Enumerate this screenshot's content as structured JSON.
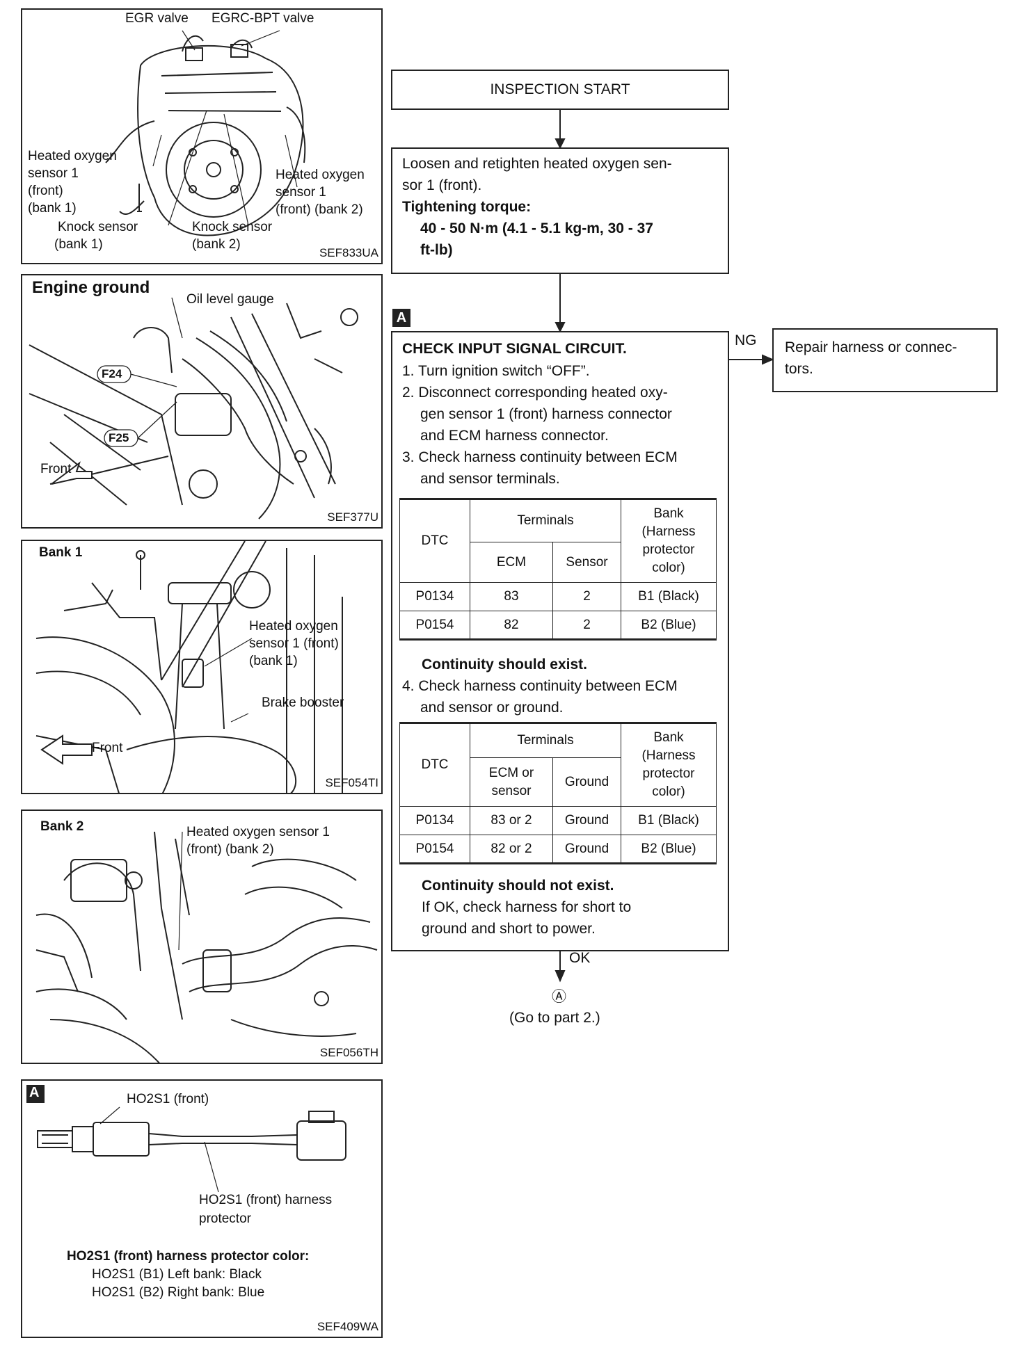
{
  "figures": {
    "engine_top": {
      "labels": {
        "egr_valve": "EGR valve",
        "egrc_bpt_valve": "EGRC-BPT valve",
        "ho2s1_bank1": [
          "Heated oxygen",
          "sensor 1",
          "(front)",
          "(bank 1)"
        ],
        "ho2s1_bank2": [
          "Heated oxygen",
          "sensor 1",
          "(front) (bank 2)"
        ],
        "knock_bank1": [
          "Knock sensor",
          "(bank 1)"
        ],
        "knock_bank2": [
          "Knock sensor",
          "(bank 2)"
        ]
      },
      "code": "SEF833UA"
    },
    "engine_ground": {
      "title": "Engine ground",
      "labels": {
        "oil_gauge": "Oil level gauge",
        "f24": "F24",
        "f25": "F25",
        "front": "Front"
      },
      "code": "SEF377U"
    },
    "bank1": {
      "title": "Bank 1",
      "labels": {
        "sensor": [
          "Heated oxygen",
          "sensor 1 (front)",
          "(bank 1)"
        ],
        "brake_booster": "Brake booster",
        "front": "Front"
      },
      "code": "SEF054TI"
    },
    "bank2": {
      "title": "Bank 2",
      "labels": {
        "sensor": [
          "Heated oxygen sensor 1",
          "(front) (bank 2)"
        ]
      },
      "code": "SEF056TH"
    },
    "ho2s1": {
      "marker": "A",
      "labels": {
        "ho2s1_front": "HO2S1 (front)",
        "harness": [
          "HO2S1 (front) harness",
          "protector"
        ]
      },
      "color_title": "HO2S1 (front) harness protector color:",
      "color_lines": [
        "HO2S1 (B1) Left bank: Black",
        "HO2S1 (B2) Right bank: Blue"
      ],
      "code": "SEF409WA"
    }
  },
  "flow": {
    "start": "INSPECTION START",
    "step1": {
      "lines": [
        "Loosen and retighten heated oxygen sen-",
        "sor 1 (front)."
      ],
      "torque_label": "Tightening torque:",
      "torque_lines": [
        "40 - 50 N·m (4.1 - 5.1 kg-m, 30 - 37",
        "ft-lb)"
      ]
    },
    "step2": {
      "marker": "A",
      "title": "CHECK INPUT SIGNAL CIRCUIT.",
      "items": [
        [
          "1. Turn ignition switch “OFF”."
        ],
        [
          "2. Disconnect corresponding heated oxy-",
          "gen sensor 1 (front) harness connector",
          "and ECM harness connector."
        ],
        [
          "3. Check harness continuity between ECM",
          "and sensor terminals."
        ]
      ],
      "table1": {
        "h_dtc": "DTC",
        "h_terminals": "Terminals",
        "h_ecm": "ECM",
        "h_sensor": "Sensor",
        "h_bank": [
          "Bank",
          "(Harness",
          "protector",
          "color)"
        ],
        "rows": [
          [
            "P0134",
            "83",
            "2",
            "B1 (Black)"
          ],
          [
            "P0154",
            "82",
            "2",
            "B2 (Blue)"
          ]
        ]
      },
      "continuity_exist": "Continuity should exist.",
      "item4": [
        "4. Check harness continuity between ECM",
        "and sensor or ground."
      ],
      "table2": {
        "h_dtc": "DTC",
        "h_terminals": "Terminals",
        "h_ecm_sensor": [
          "ECM or",
          "sensor"
        ],
        "h_ground": "Ground",
        "h_bank": [
          "Bank",
          "(Harness",
          "protector",
          "color)"
        ],
        "rows": [
          [
            "P0134",
            "83 or 2",
            "Ground",
            "B1 (Black)"
          ],
          [
            "P0154",
            "82 or 2",
            "Ground",
            "B2 (Blue)"
          ]
        ]
      },
      "continuity_not_exist": "Continuity should not exist.",
      "if_ok": [
        "If OK, check harness for short to",
        "ground and short to power."
      ]
    },
    "ng_label": "NG",
    "ng_box": [
      "Repair harness or connec-",
      "tors."
    ],
    "ok_label": "OK",
    "next_marker": "Ⓐ",
    "next_text": "(Go to part 2.)"
  }
}
